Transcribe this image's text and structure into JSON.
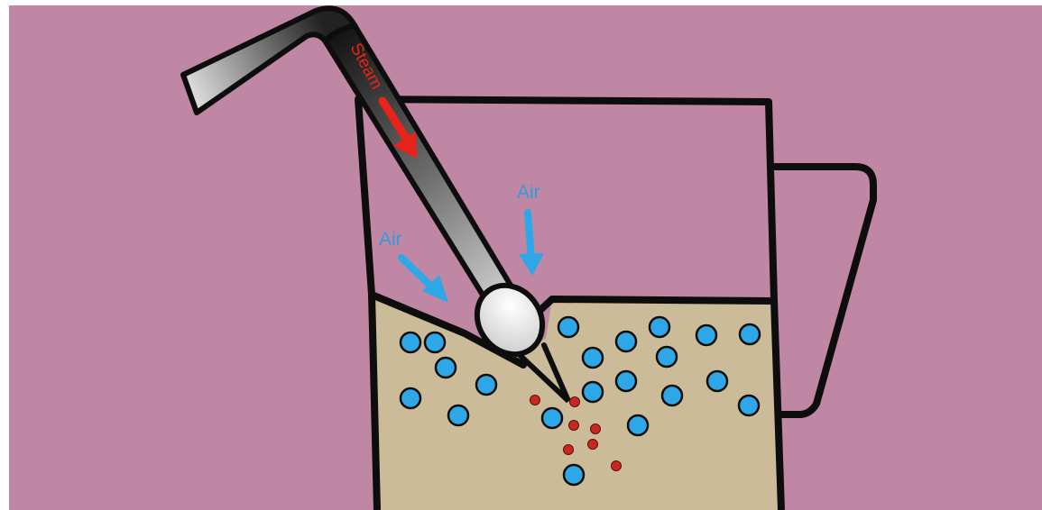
{
  "labels": {
    "steam": "Steam",
    "air_left": "Air",
    "air_right": "Air"
  },
  "colors": {
    "background": "#bf87a3",
    "milk": "#cbbb98",
    "outline": "#0d0d0d",
    "air_bubble": "#2ea7e8",
    "air_label": "#2e9be0",
    "steam_bubble": "#c8281e",
    "steam_label": "#e8231b"
  },
  "icons": [
    "wand-icon",
    "steam-arrow-icon",
    "air-arrow-icon"
  ]
}
